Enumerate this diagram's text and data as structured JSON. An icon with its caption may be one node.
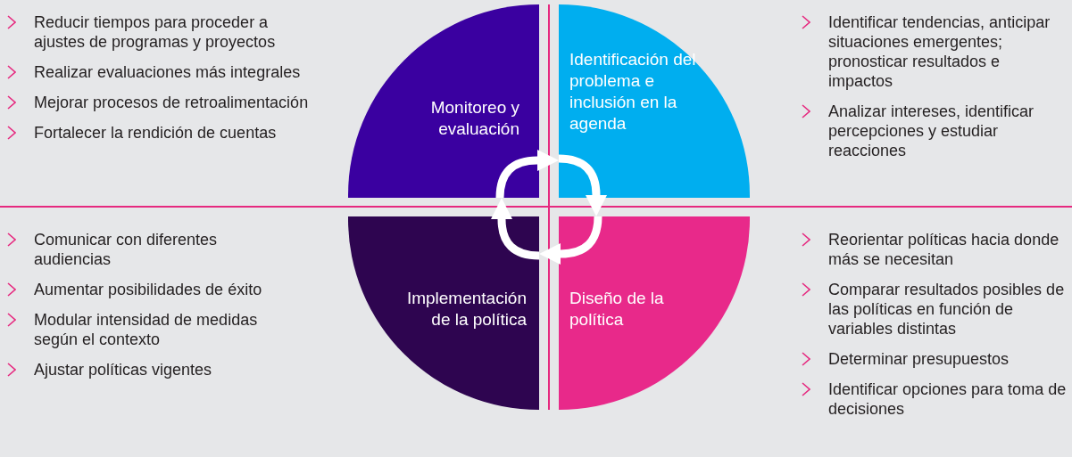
{
  "diagram": {
    "nodes": [
      {
        "text": [
          "Monitoreo y evaluación"
        ]
      },
      {
        "text": [
          "Identificación del problema e inclusión en la agenda"
        ]
      },
      {
        "text": [
          "Diseño de la política"
        ]
      },
      {
        "text": [
          "Implementación de la política"
        ]
      }
    ],
    "edges": [
      {
        "from": 0,
        "to": 1,
        "arrow": "to"
      },
      {
        "from": 1,
        "to": 2,
        "arrow": "to"
      },
      {
        "from": 2,
        "to": 3,
        "arrow": "to"
      },
      {
        "from": 3,
        "to": 0,
        "arrow": "to"
      }
    ],
    "labels": [
      "Reducir tiempos para proceder a ajustes de programas y proyectos",
      "Realizar evaluaciones más integrales",
      "Mejorar procesos de retroalimentación",
      "Fortalecer la rendición de cuentas",
      "Identificar tendencias, anticipar situaciones emergentes; pronosticar resultados e impactos",
      "Analizar intereses, identificar percepciones y estudiar reacciones",
      "Comunicar con diferentes audiencias",
      "Aumentar posibilidades de éxito",
      "Modular intensidad de medidas según el contexto",
      "Ajustar políticas vigentes",
      "Reorientar políticas hacia donde más se necesitan",
      "Comparar resultados posibles de las políticas en función de variables distintas",
      "Determinar presupuestos",
      "Identificar opciones para toma de decisiones"
    ]
  }
}
